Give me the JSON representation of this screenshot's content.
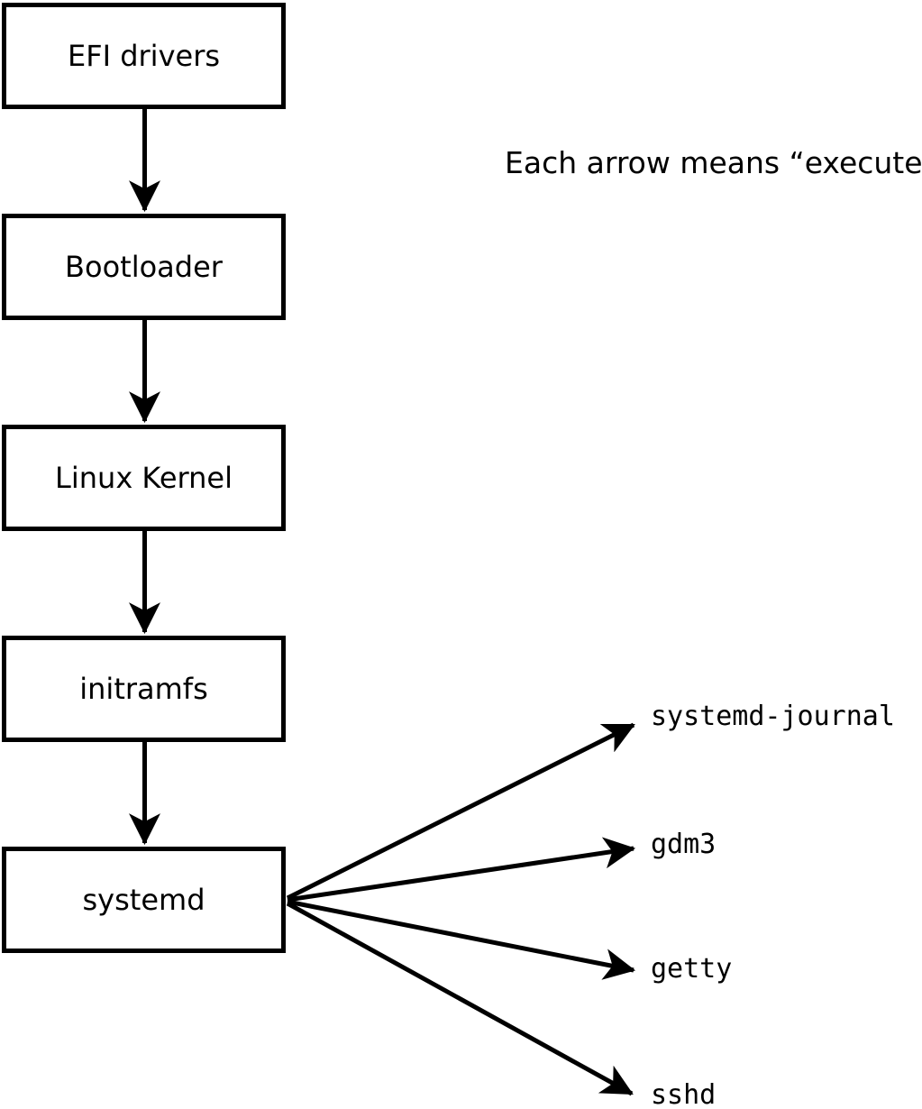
{
  "diagram": {
    "background_color": "#ffffff",
    "line_color": "#000000",
    "annotation": "Each arrow means “executes”.",
    "boot_chain": [
      {
        "label": "EFI drivers"
      },
      {
        "label": "Bootloader"
      },
      {
        "label": "Linux Kernel"
      },
      {
        "label": "initramfs"
      },
      {
        "label": "systemd"
      }
    ],
    "spawned_processes": [
      {
        "label": "systemd-journal"
      },
      {
        "label": "gdm3"
      },
      {
        "label": "getty"
      },
      {
        "label": "sshd"
      }
    ],
    "edges": [
      {
        "from": "EFI drivers",
        "to": "Bootloader"
      },
      {
        "from": "Bootloader",
        "to": "Linux Kernel"
      },
      {
        "from": "Linux Kernel",
        "to": "initramfs"
      },
      {
        "from": "initramfs",
        "to": "systemd"
      },
      {
        "from": "systemd",
        "to": "systemd-journal"
      },
      {
        "from": "systemd",
        "to": "gdm3"
      },
      {
        "from": "systemd",
        "to": "getty"
      },
      {
        "from": "systemd",
        "to": "sshd"
      }
    ]
  }
}
